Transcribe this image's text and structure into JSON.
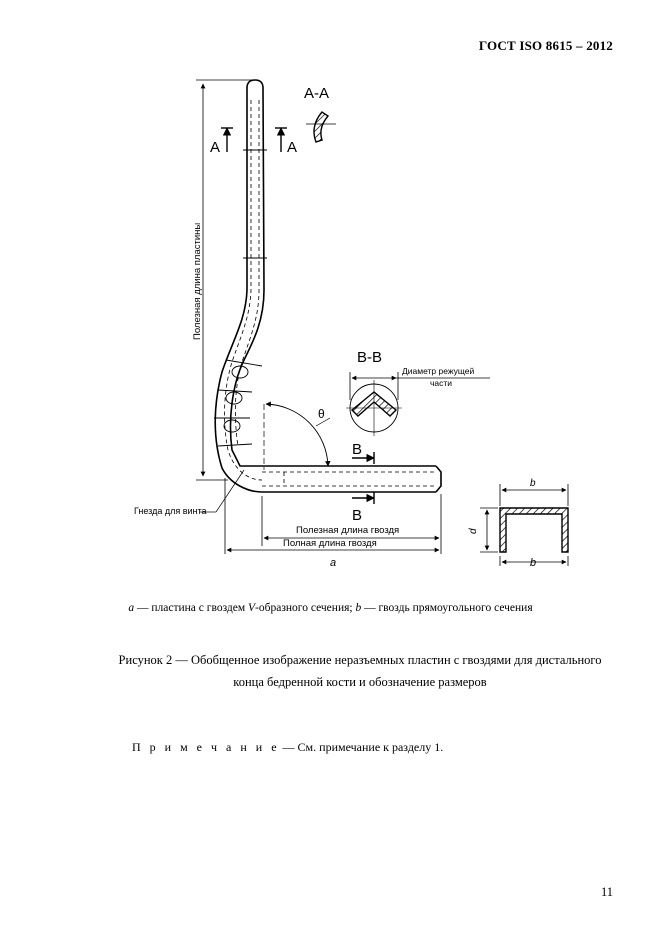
{
  "header": {
    "standard": "ГОСТ ISO 8615 – 2012"
  },
  "figure": {
    "section_aa": "А-А",
    "cut_a_left": "А",
    "cut_a_right": "А",
    "useful_plate_length": "Полезная длина пластины",
    "section_bb": "В-В",
    "cutting_diameter_line1": "Диаметр режущей",
    "cutting_diameter_line2": "части",
    "angle_symbol": "θ",
    "cut_b_top": "В",
    "cut_b_bottom": "В",
    "screw_holes": "Гнезда для винта",
    "useful_nail_length": "Полезная длина гвоздя",
    "full_nail_length": "Полная длина гвоздя",
    "panel_a": "а",
    "panel_b": "b",
    "dim_b": "b",
    "dim_d": "d"
  },
  "legend": {
    "a_letter": "а",
    "a_text_pre": " — пластина с гвоздем ",
    "v_letter": "V",
    "a_text_post": "-образного сечения; ",
    "b_letter": "b",
    "b_text": " — гвоздь прямоугольного сечения"
  },
  "caption": {
    "line1": "Рисунок 2 — Обобщенное изображение неразъемных пластин с гвоздями для дистального",
    "line2": "конца бедренной кости и обозначение размеров"
  },
  "note": {
    "label": "П р и м е ч а н и е",
    "text": " — См. примечание к разделу 1."
  },
  "page_number": "11"
}
